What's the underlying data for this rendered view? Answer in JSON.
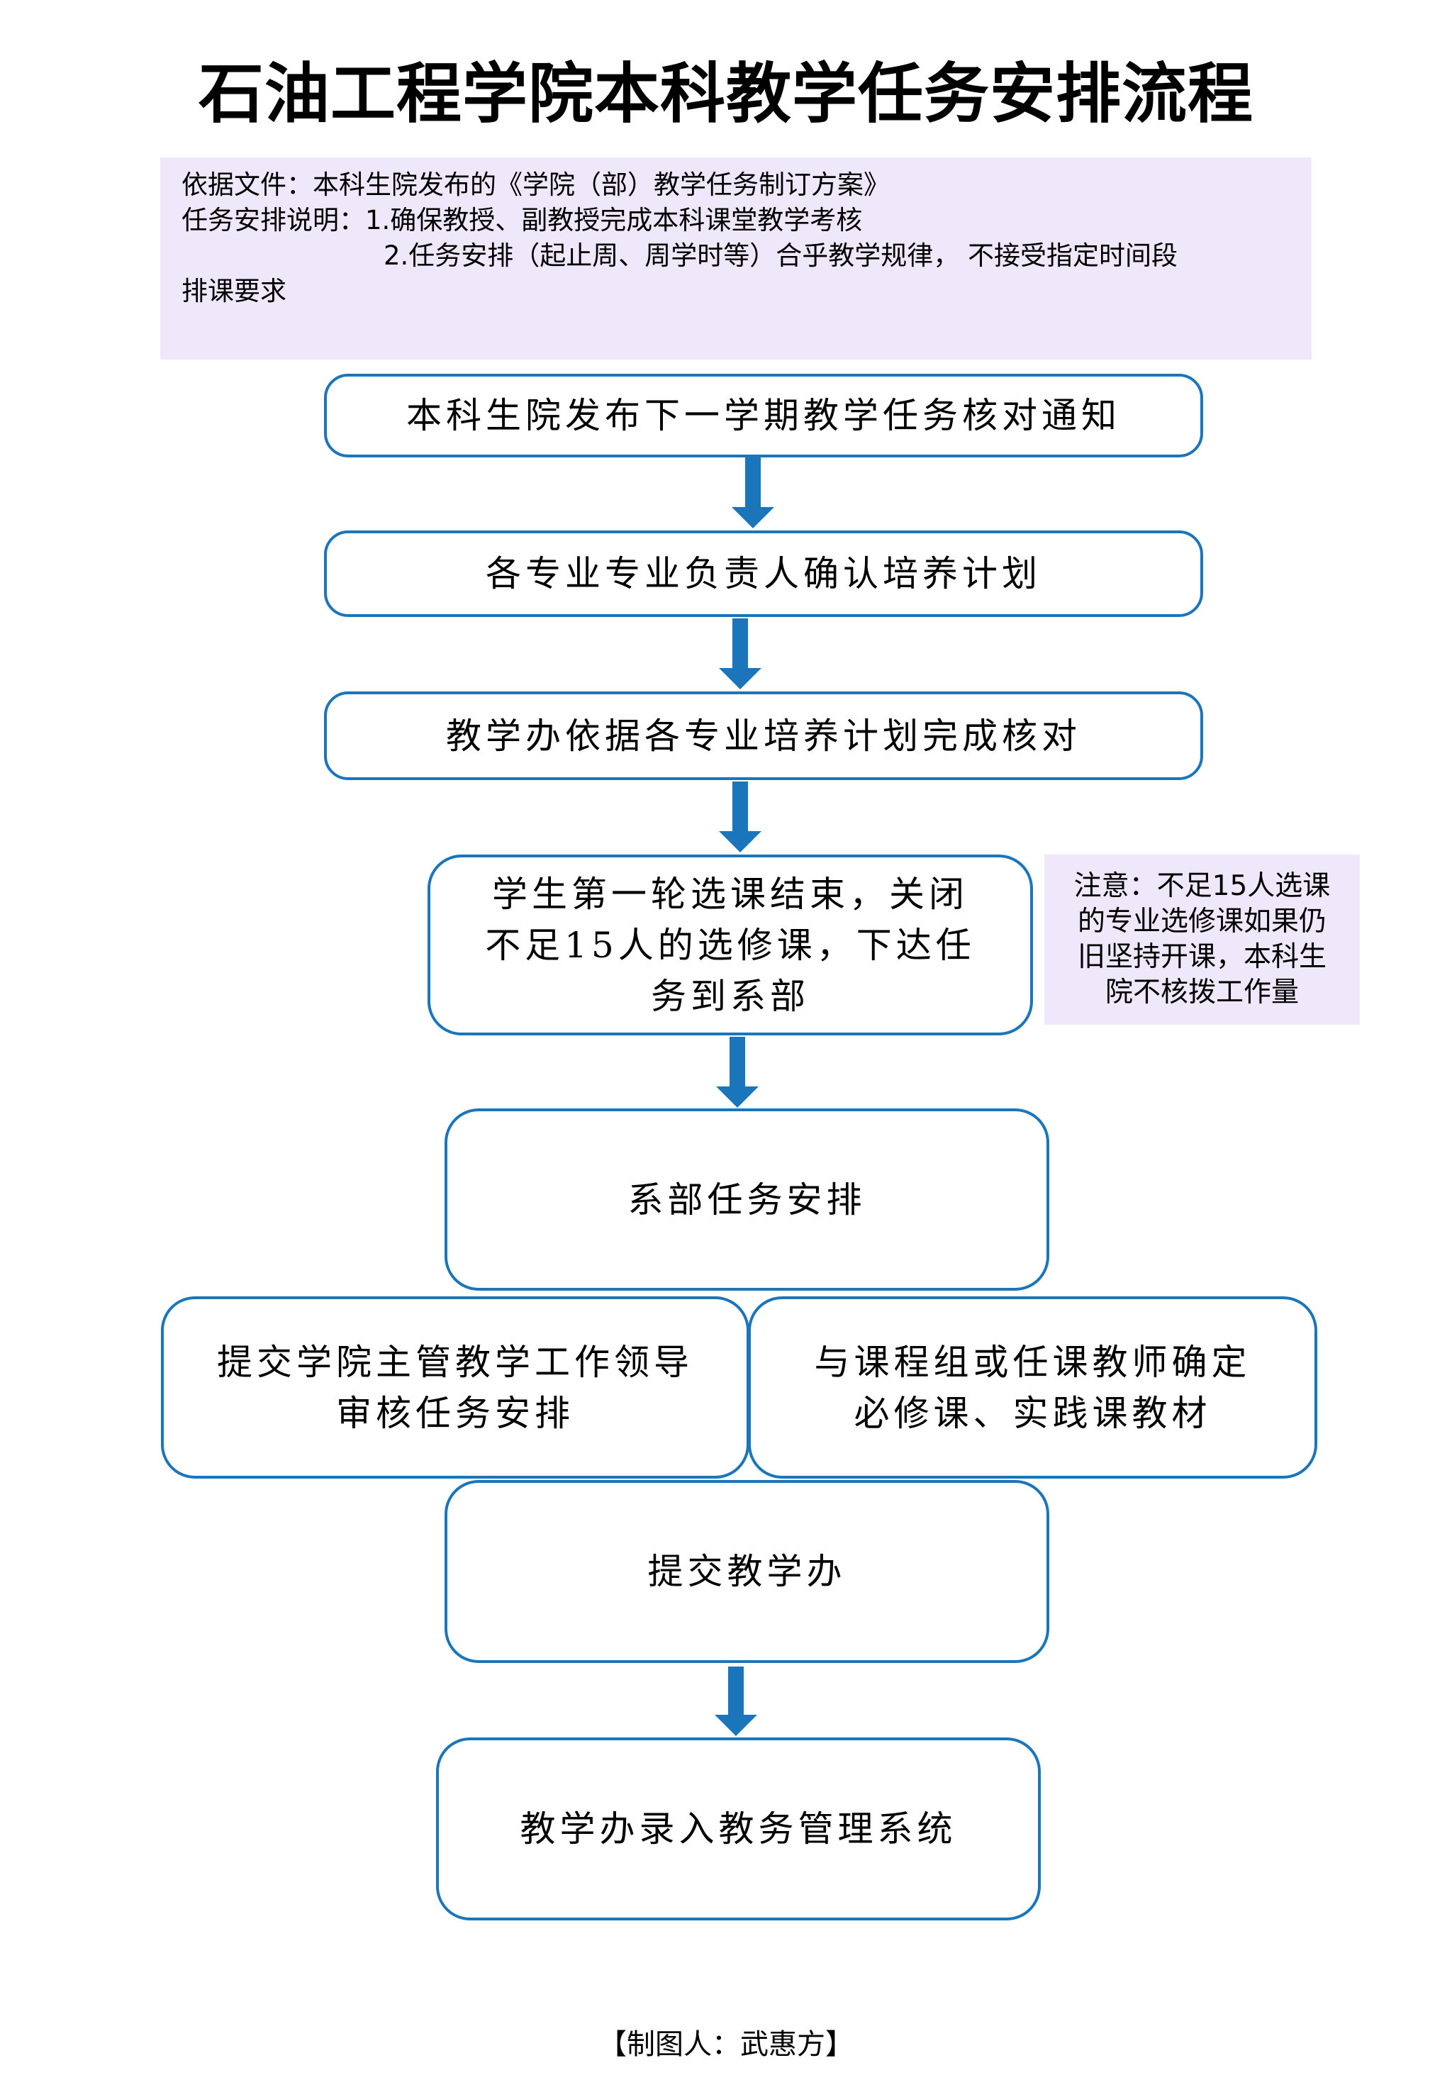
{
  "title": "石油工程学院本科教学任务安排流程",
  "info": {
    "basis": "依据文件：本科生院发布的《学院（部）教学任务制订方案》",
    "note_line1": "任务安排说明：1.确保教授、副教授完成本科课堂教学考核",
    "note_line2": "2.任务安排（起止周、周学时等）合乎教学规律， 不接受指定时间段",
    "note_line3": "排课要求"
  },
  "steps": [
    {
      "id": 1,
      "text": "本科生院发布下一学期教学任务核对通知"
    },
    {
      "id": 2,
      "text": "各专业专业负责人确认培养计划"
    },
    {
      "id": 3,
      "text": "教学办依据各专业培养计划完成核对"
    },
    {
      "id": 4,
      "line1": "学生第一轮选课结束，关闭",
      "line2": "不足15人的选修课，下达任",
      "line3": "务到系部"
    },
    {
      "id": 5,
      "text": "系部任务安排"
    },
    {
      "id": 6,
      "line1": "提交学院主管教学工作领导",
      "line2": "审核任务安排"
    },
    {
      "id": 7,
      "line1": "与课程组或任课教师确定",
      "line2": "必修课、实践课教材"
    },
    {
      "id": 8,
      "text": "提交教学办"
    },
    {
      "id": 9,
      "text": "教学办录入教务管理系统"
    }
  ],
  "side_note": {
    "line1": "注意：不足15人选课",
    "line2": "的专业选修课如果仍",
    "line3": "旧坚持开课，本科生",
    "line4": "院不核拨工作量"
  },
  "footer": "【制图人：武惠方】",
  "colors": {
    "accent_blue": "#1b75bb",
    "note_bg": "#efe8fb"
  }
}
